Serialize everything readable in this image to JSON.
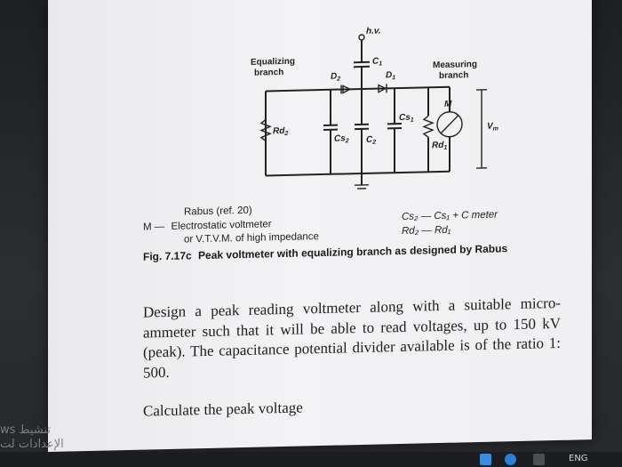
{
  "figure": {
    "labels": {
      "hv": "h.v.",
      "equalizing_1": "Equalizing",
      "equalizing_2": "branch",
      "measuring_1": "Measuring",
      "measuring_2": "branch",
      "c1": "C",
      "c1_sub": "1",
      "d1": "D",
      "d1_sub": "1",
      "d2": "D",
      "d2_sub": "2",
      "rd2": "Rd",
      "rd2_sub": "2",
      "cs2": "Cs",
      "cs2_sub": "2",
      "c2": "C",
      "c2_sub": "2",
      "cs1": "Cs",
      "cs1_sub": "1",
      "rd1": "Rd",
      "rd1_sub": "1",
      "m": "M",
      "vm": "V",
      "vm_sub": "m"
    }
  },
  "legend": {
    "ref": "Rabus (ref. 20)",
    "m_sym": "M",
    "dash": "—",
    "m_desc_1": "Electrostatic voltmeter",
    "m_desc_2": "or V.T.V.M. of high impedance",
    "eq1": "Cs₂ — Cs₁ + C meter",
    "eq2": "Rd₂ — Rd₁"
  },
  "caption": {
    "num": "Fig. 7.17c",
    "text": "Peak voltmeter with equalizing branch as designed by Rabus"
  },
  "problem": {
    "paragraph": "Design a peak reading voltmeter along with a suitable micro-ammeter such that it will be able to read voltages, up to 150 kV (peak). The capacitance potential divider available is of the ratio 1: 500.",
    "question": "Calculate the peak voltage"
  },
  "watermark": {
    "line1": "ws تنشيط",
    "line2": "الإعدادات لت"
  },
  "taskbar": {
    "ime": "ENG"
  }
}
